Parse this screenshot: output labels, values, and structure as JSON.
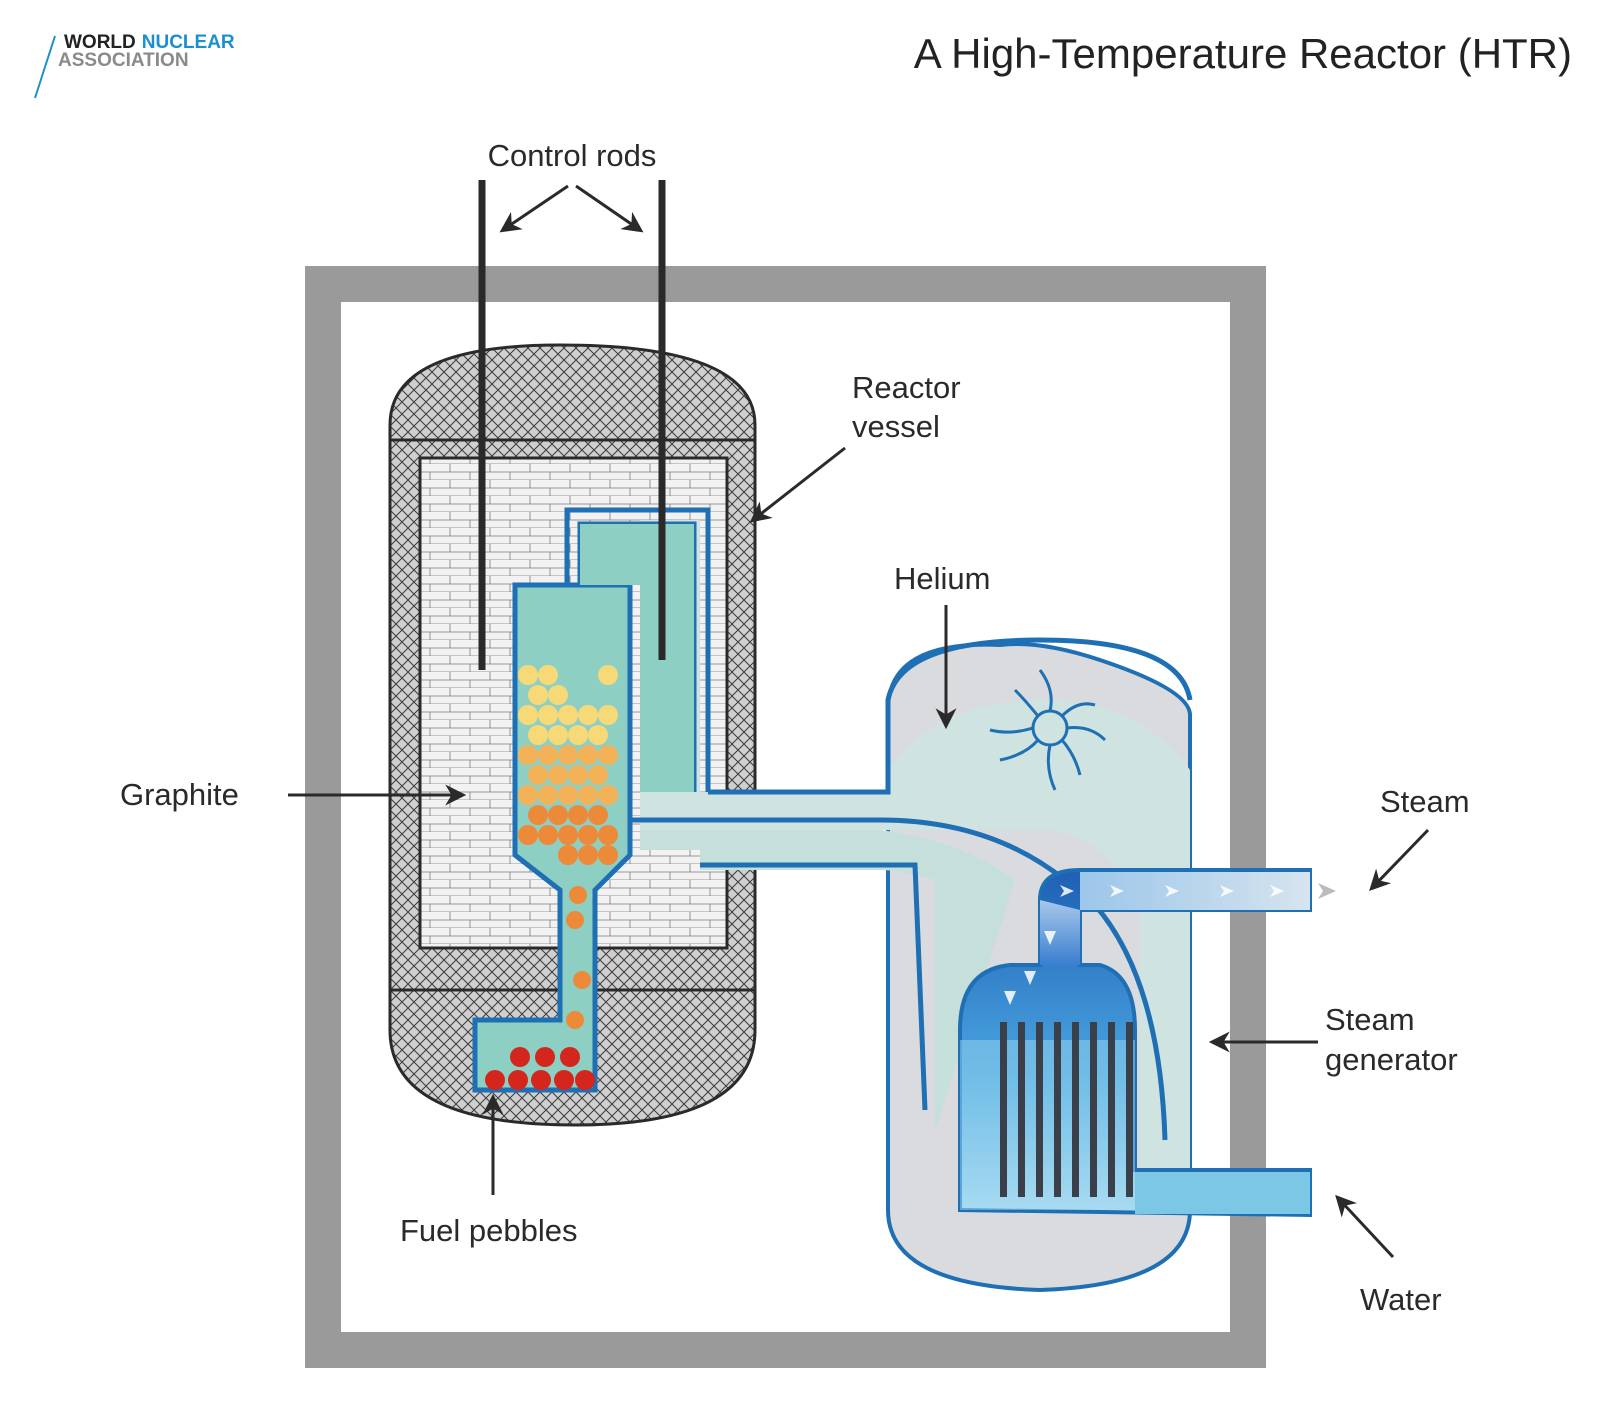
{
  "header": {
    "logo_line1_a": "WORLD",
    "logo_line1_b": "NUCLEAR",
    "logo_line2": "ASSOCIATION",
    "title": "A High-Temperature Reactor (HTR)"
  },
  "labels": {
    "control_rods": "Control rods",
    "reactor_vessel_1": "Reactor",
    "reactor_vessel_2": "vessel",
    "helium": "Helium",
    "graphite": "Graphite",
    "steam": "Steam",
    "steam_generator_1": "Steam",
    "steam_generator_2": "generator",
    "fuel_pebbles": "Fuel pebbles",
    "water": "Water"
  },
  "colors": {
    "containment": "#9a9a9a",
    "pipe_blue": "#1f6fb5",
    "coolant": "#8ecfc4",
    "helium_grey": "#d9dbde",
    "water_blue": "#7cc6e6",
    "hot_pebble": "#d4261c",
    "warm_pebble": "#ec8a3a",
    "cool_pebble": "#f8d978"
  }
}
